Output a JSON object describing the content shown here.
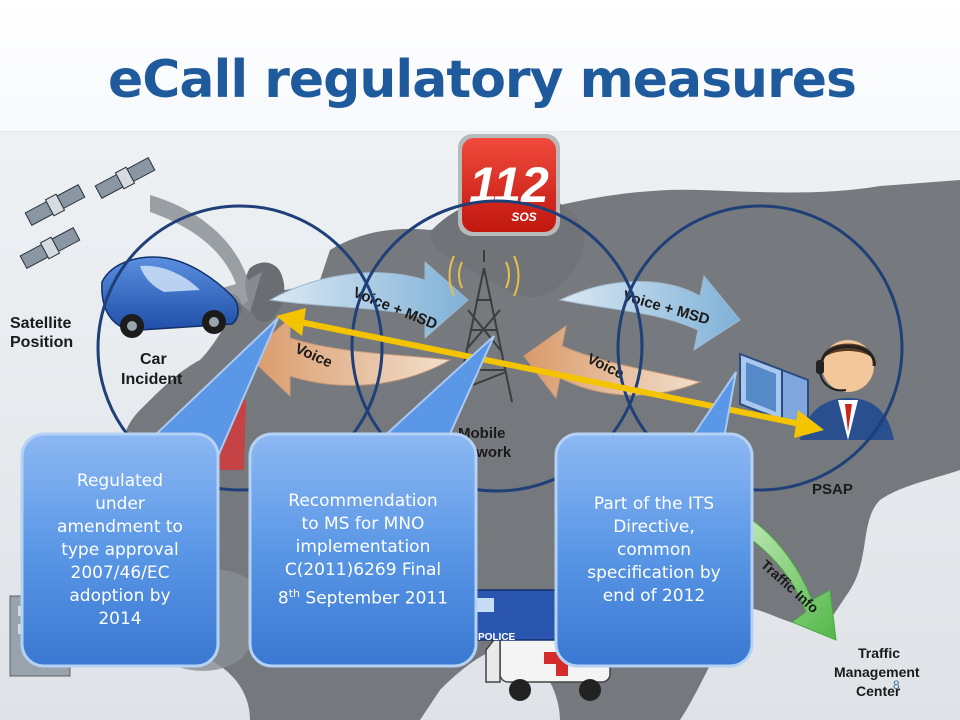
{
  "slide": {
    "title": "eCall regulatory measures",
    "page_number": "8"
  },
  "map_labels": {
    "satellite_line1": "Satellite",
    "satellite_line2": "Position",
    "car_line1": "Car",
    "car_line2": "Incident",
    "mobile_line1": "Mobile",
    "mobile_line2": "Network",
    "psap": "PSAP",
    "traffic_line1": "Traffic",
    "traffic_line2": "Management",
    "traffic_line3": "Center",
    "voice_msd_left": "Voice + MSD",
    "voice_left": "Voice",
    "voice_msd_right": "Voice + MSD",
    "voice_right": "Voice",
    "traffic_info": "Traffic Info",
    "sos_number": "112",
    "sos_text": "SOS",
    "police": "POLICE"
  },
  "callouts": [
    {
      "lines": [
        "Regulated",
        "under",
        "amendment to",
        "type approval",
        "2007/46/EC",
        "adoption by",
        "2014"
      ]
    },
    {
      "lines": [
        "Recommendation",
        "to MS for MNO",
        "implementation",
        "C(2011)6269 Final"
      ],
      "last_line_prefix": "8",
      "last_line_sup": "th",
      "last_line_rest": " September 2011"
    },
    {
      "lines": [
        "Part of the ITS",
        "Directive,",
        "common",
        "specification by",
        "end of 2012"
      ]
    }
  ],
  "colors": {
    "title": "#1f5a9c",
    "callout_fill": "#4f8fe0",
    "circle_stroke": "#1f3f78",
    "yellow_arrow": "#f5c400",
    "badge_red": "#e2231a"
  }
}
